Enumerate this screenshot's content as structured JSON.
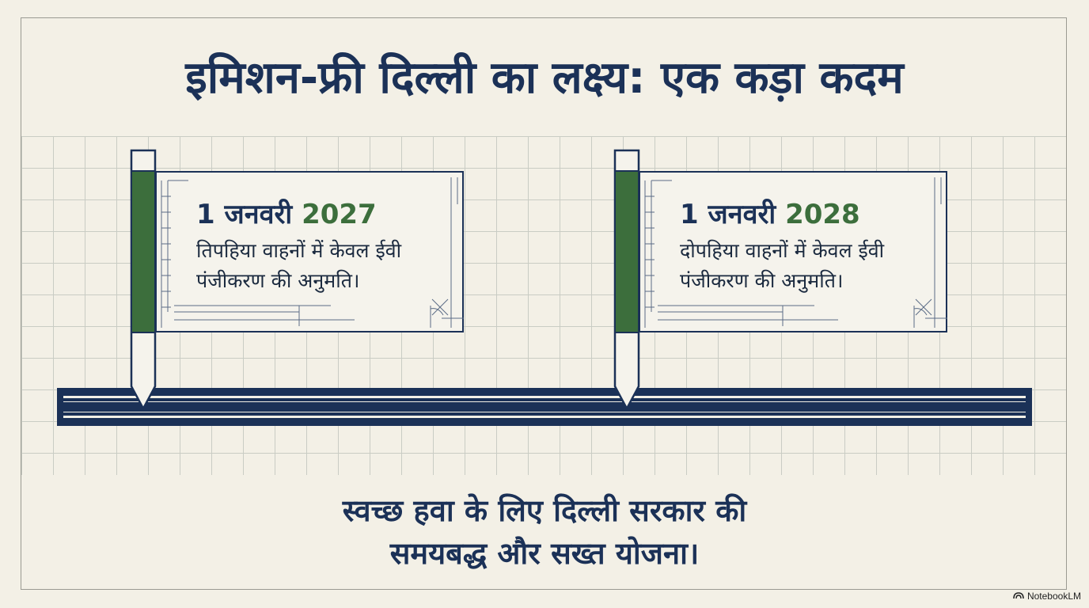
{
  "title": "इमिशन-फ्री दिल्ली का लक्ष्य: एक कड़ा कदम",
  "milestones": [
    {
      "date_prefix": "1 जनवरी",
      "year": "2027",
      "description": "तिपहिया वाहनों में केवल ईवी पंजीकरण की अनुमति।"
    },
    {
      "date_prefix": "1 जनवरी",
      "year": "2028",
      "description": "दोपहिया वाहनों में केवल ईवी पंजीकरण की अनुमति।"
    }
  ],
  "footer": {
    "line1": "स्वच्छ हवा के लिए दिल्ली सरकार की",
    "line2": "समयबद्ध और सख्त योजना।"
  },
  "brand": {
    "name": "NotebookLM",
    "icon": "notebooklm-logo-icon"
  },
  "colors": {
    "navy": "#1b3157",
    "green": "#3c6e3c",
    "background": "#f3f0e6"
  }
}
